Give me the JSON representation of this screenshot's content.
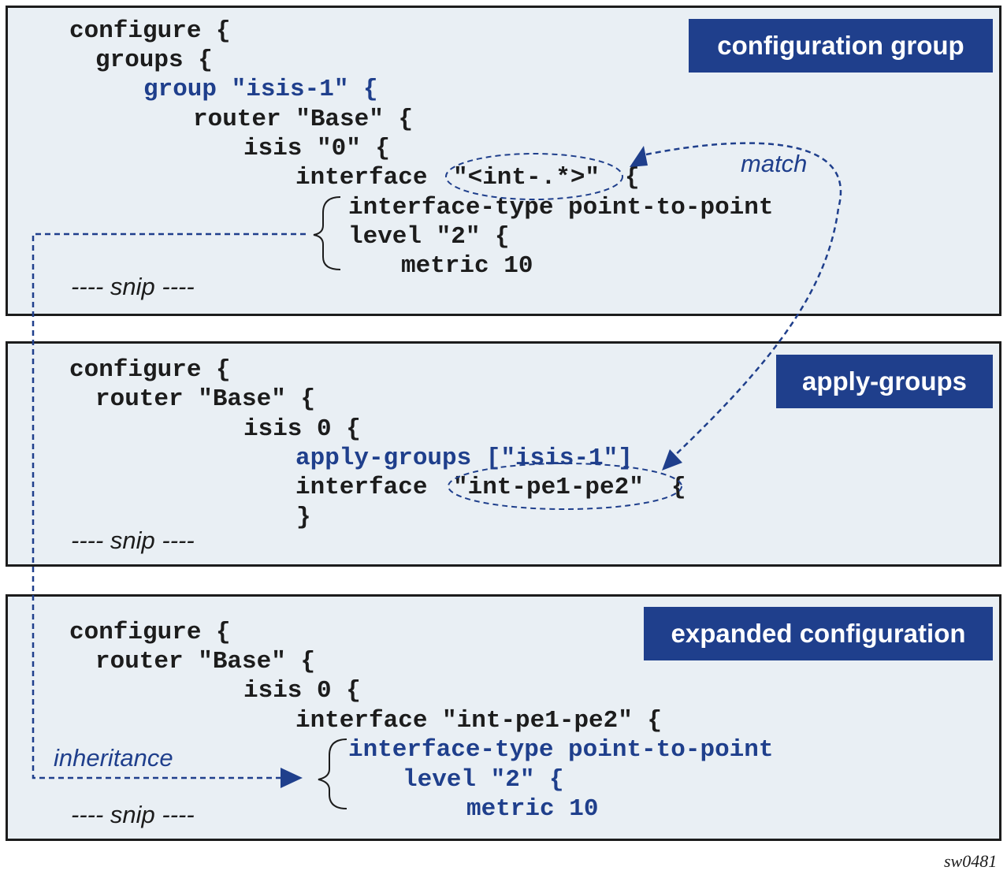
{
  "panels": {
    "group": {
      "label": "configuration group",
      "lines": [
        "configure {",
        "groups {",
        "group \"isis-1\" {",
        "router \"Base\" {",
        "isis \"0\" {",
        "interface",
        "\"<int-.*>\"",
        "{",
        "interface-type point-to-point",
        "level \"2\" {",
        "metric 10"
      ],
      "snip": "---- snip ----"
    },
    "apply": {
      "label": "apply-groups",
      "lines": [
        "configure {",
        "router \"Base\" {",
        "isis 0 {",
        "apply-groups [\"isis-1\"]",
        "interface",
        "\"int-pe1-pe2\"",
        "{",
        "}"
      ],
      "snip": "---- snip ----"
    },
    "expanded": {
      "label": "expanded configuration",
      "lines": [
        "configure {",
        "router \"Base\" {",
        "isis 0 {",
        "interface \"int-pe1-pe2\" {",
        "interface-type point-to-point",
        "level \"2\" {",
        "metric 10"
      ],
      "snip": "---- snip ----"
    }
  },
  "annotations": {
    "match": "match",
    "inheritance": "inheritance"
  },
  "figure_id": "sw0481",
  "colors": {
    "accent_blue": "#1f3f8c",
    "panel_bg": "#e9eff4",
    "text": "#1c1c1c"
  }
}
